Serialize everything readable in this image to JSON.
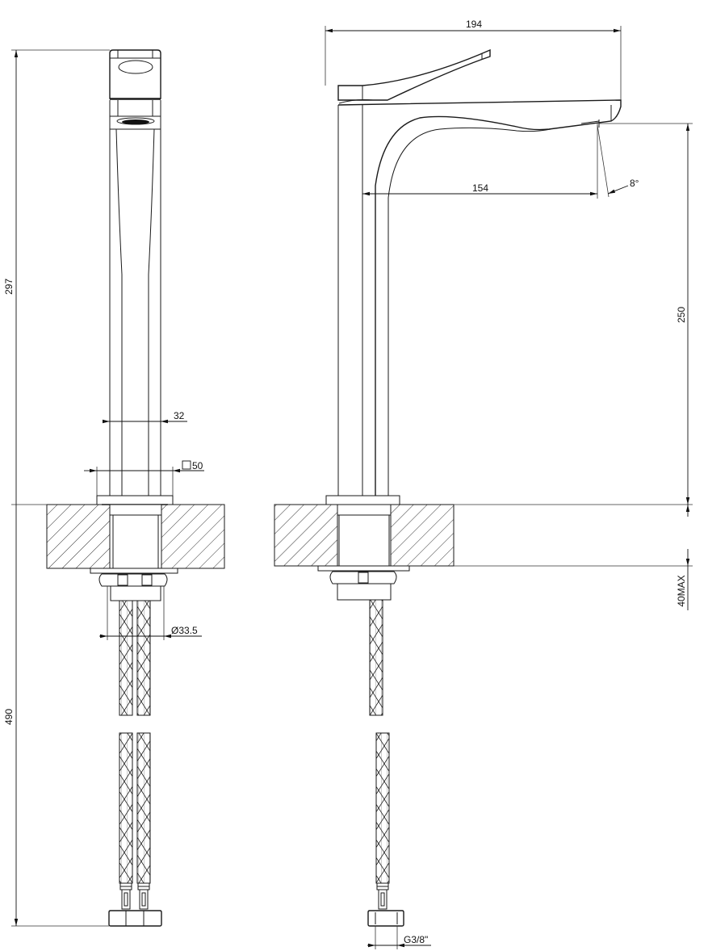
{
  "drawing": {
    "subject": "Tall single-lever basin mixer with flexible hoses",
    "views": [
      "front-view",
      "side-view"
    ],
    "dimensions": {
      "overall_height_above_deck": "297",
      "hose_length": "490",
      "body_width": "32",
      "base_square": "50",
      "base_square_symbol": "□",
      "shank_diameter": "33.5",
      "shank_diameter_symbol": "Ø",
      "overall_depth": "194",
      "spout_reach": "154",
      "spout_angle": "8°",
      "spout_height": "250",
      "max_deck_thickness": "40MAX",
      "hose_connection": "G3/8\""
    }
  }
}
